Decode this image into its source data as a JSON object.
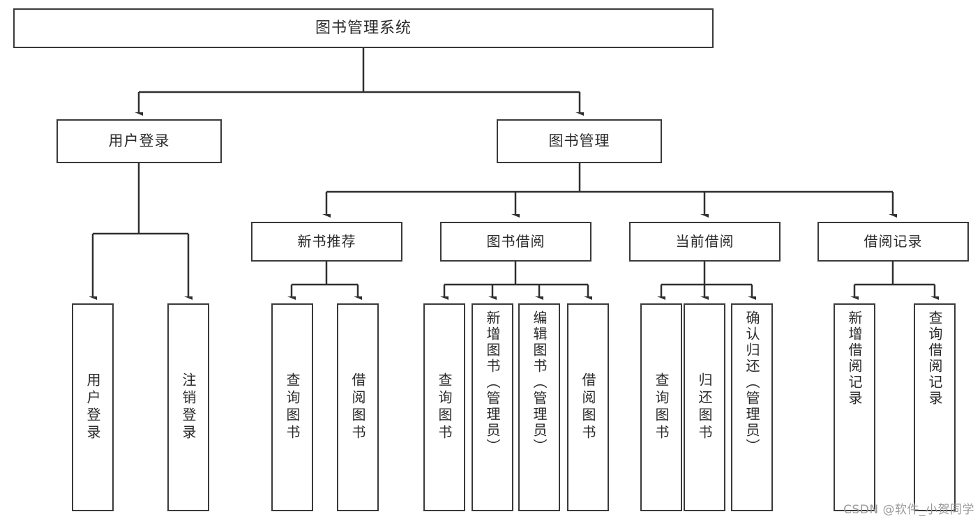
{
  "diagram": {
    "title": "图书管理系统",
    "type": "tree-hierarchy-diagram",
    "colors": {
      "background": "#ffffff",
      "box_border": "#3a3a3a",
      "connector": "#2f2f2f",
      "text": "#2b2b2b",
      "watermark": "#9a9a9a"
    },
    "nodes": {
      "root": {
        "label": "图书管理系统"
      },
      "level1": [
        {
          "id": "user-login",
          "label": "用户登录"
        },
        {
          "id": "book-manage",
          "label": "图书管理"
        }
      ],
      "level2": [
        {
          "id": "new-book-rec",
          "label": "新书推荐"
        },
        {
          "id": "book-borrow",
          "label": "图书借阅"
        },
        {
          "id": "current-borrow",
          "label": "当前借阅"
        },
        {
          "id": "borrow-record",
          "label": "借阅记录"
        }
      ],
      "leaves": {
        "user-login": [
          {
            "id": "leaf-user-login",
            "label": "用户登录"
          },
          {
            "id": "leaf-user-logout",
            "label": "注销登录"
          }
        ],
        "new-book-rec": [
          {
            "id": "leaf-query-book-1",
            "label": "查询图书"
          },
          {
            "id": "leaf-borrow-book-1",
            "label": "借阅图书"
          }
        ],
        "book-borrow": [
          {
            "id": "leaf-query-book-2",
            "label": "查询图书"
          },
          {
            "id": "leaf-add-book",
            "label": "新增图书（管理员）"
          },
          {
            "id": "leaf-edit-book",
            "label": "编辑图书（管理员）"
          },
          {
            "id": "leaf-borrow-book-2",
            "label": "借阅图书"
          }
        ],
        "current-borrow": [
          {
            "id": "leaf-query-book-3",
            "label": "查询图书"
          },
          {
            "id": "leaf-return-book",
            "label": "归还图书"
          },
          {
            "id": "leaf-confirm-return",
            "label": "确认归还（管理员）"
          }
        ],
        "borrow-record": [
          {
            "id": "leaf-add-record",
            "label": "新增借阅记录"
          },
          {
            "id": "leaf-query-record",
            "label": "查询借阅记录"
          }
        ]
      }
    },
    "watermark": "CSDN @软件_小贺同学"
  }
}
